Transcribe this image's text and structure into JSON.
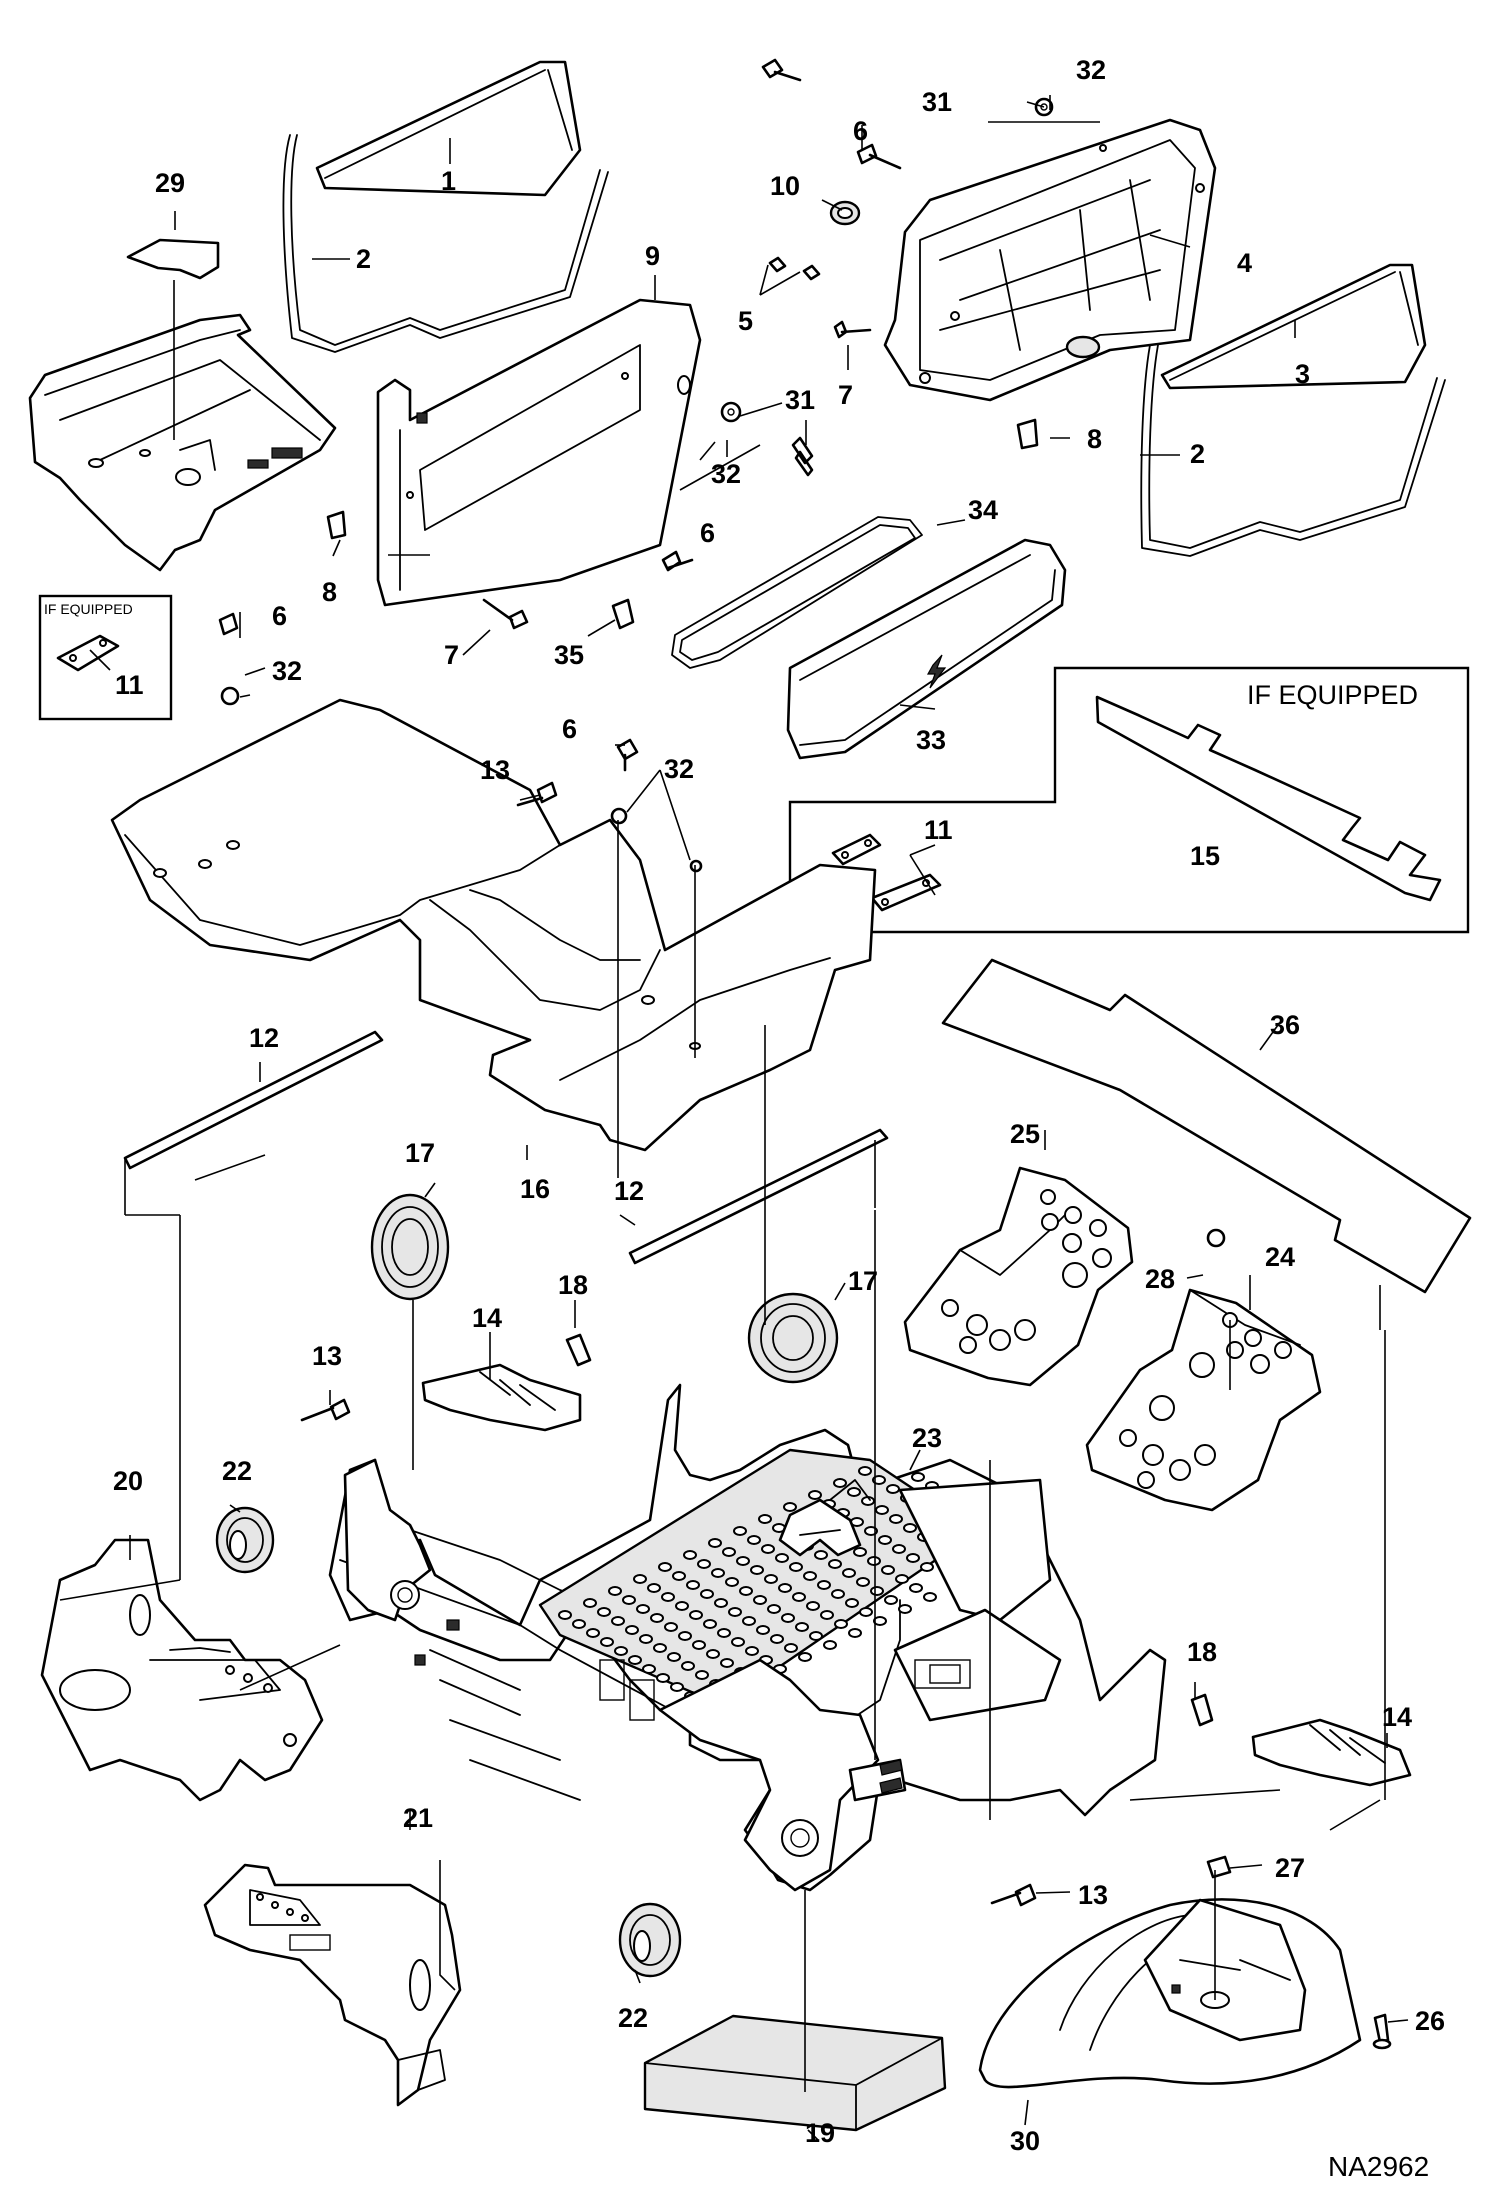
{
  "drawing_number": "NA2962",
  "notes": {
    "if_equipped_small": "IF EQUIPPED",
    "if_equipped_large": "IF EQUIPPED"
  },
  "callouts": {
    "c1": "1",
    "c2a": "2",
    "c2b": "2",
    "c3": "3",
    "c4": "4",
    "c5": "5",
    "c6a": "6",
    "c6b": "6",
    "c6c": "6",
    "c6d": "6",
    "c7a": "7",
    "c7b": "7",
    "c8a": "8",
    "c8b": "8",
    "c9": "9",
    "c10": "10",
    "c11a": "11",
    "c11b": "11",
    "c12a": "12",
    "c12b": "12",
    "c13a": "13",
    "c13b": "13",
    "c13c": "13",
    "c14a": "14",
    "c14b": "14",
    "c15": "15",
    "c16": "16",
    "c17a": "17",
    "c17b": "17",
    "c18a": "18",
    "c18b": "18",
    "c19": "19",
    "c20": "20",
    "c21": "21",
    "c22a": "22",
    "c22b": "22",
    "c23": "23",
    "c24": "24",
    "c25": "25",
    "c26": "26",
    "c27": "27",
    "c28": "28",
    "c29": "29",
    "c30": "30",
    "c31a": "31",
    "c31b": "31",
    "c32a": "32",
    "c32b": "32",
    "c32c": "32",
    "c32d": "32",
    "c33": "33",
    "c34": "34",
    "c35": "35",
    "c36": "36"
  }
}
